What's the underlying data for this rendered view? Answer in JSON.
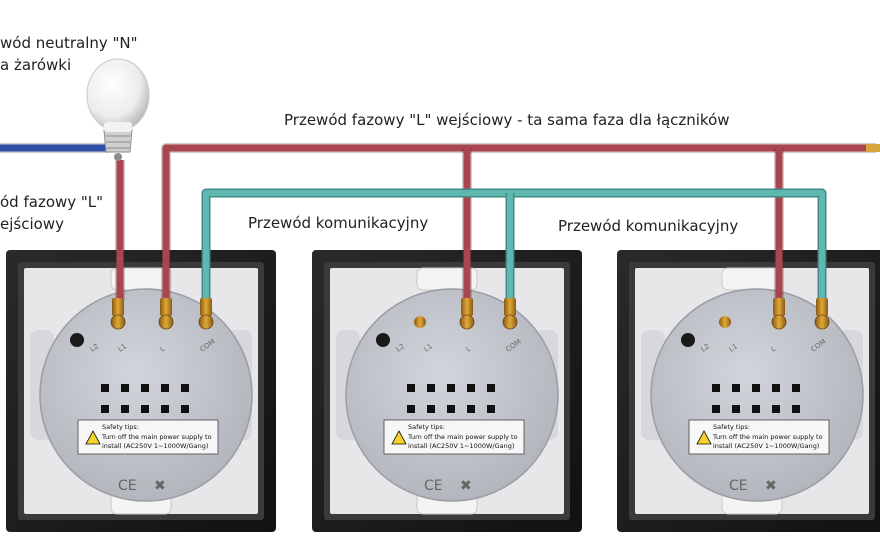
{
  "labels": {
    "neutral_line1": "wód neutralny \"N\"",
    "neutral_line2": "a żarówki",
    "phase_left_line1": "ód fazowy \"L\"",
    "phase_left_line2": "ejściowy",
    "phase_top": "Przewód fazowy \"L\" wejściowy - ta sama faza dla łączników",
    "comm_1": "Przewód komunikacyjny",
    "comm_2": "Przewód komunikacyjny"
  },
  "switches": [
    {
      "terminals": [
        "L2",
        "L1",
        "L",
        "COM"
      ],
      "safety_title": "Safety tips:",
      "safety_line1": "Turn off the main power supply to",
      "safety_line2": "install (AC250V  1~1000W/Gang)"
    },
    {
      "terminals": [
        "L2",
        "L1",
        "L",
        "COM"
      ],
      "safety_title": "Safety tips:",
      "safety_line1": "Turn off the main power supply to",
      "safety_line2": "install (AC250V  1~1000W/Gang)"
    },
    {
      "terminals": [
        "L2",
        "L1",
        "L",
        "COM"
      ],
      "safety_title": "Safety tips:",
      "safety_line1": "Turn off the main power supply to",
      "safety_line2": "install (AC250V  1~1000W/Gang)"
    }
  ],
  "colors": {
    "phase_wire": "#a8454f",
    "comm_wire": "#5fb8b0",
    "neutral_wire": "#2e4fa8",
    "frame": "#1c1c1c",
    "module": "#c3c6cd"
  }
}
